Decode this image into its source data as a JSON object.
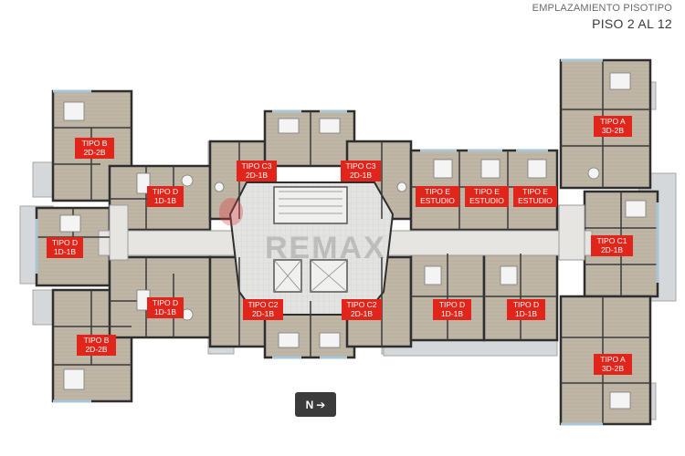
{
  "header": {
    "subtitle": "EMPLAZAMIENTO PISOTIPO",
    "title": "PISO 2 AL 12"
  },
  "units": [
    {
      "line1": "TIPO B",
      "line2": "2D-2B"
    },
    {
      "line1": "TIPO D",
      "line2": "1D-1B"
    },
    {
      "line1": "TIPO D",
      "line2": "1D-1B"
    },
    {
      "line1": "TIPO C3",
      "line2": "2D-1B"
    },
    {
      "line1": "TIPO C3",
      "line2": "2D-1B"
    },
    {
      "line1": "TIPO E",
      "line2": "ESTUDIO"
    },
    {
      "line1": "TIPO E",
      "line2": "ESTUDIO"
    },
    {
      "line1": "TIPO E",
      "line2": "ESTUDIO"
    },
    {
      "line1": "TIPO A",
      "line2": "3D-2B"
    },
    {
      "line1": "TIPO C1",
      "line2": "2D-1B"
    },
    {
      "line1": "TIPO D",
      "line2": "1D-1B"
    },
    {
      "line1": "TIPO C2",
      "line2": "2D-1B"
    },
    {
      "line1": "TIPO C2",
      "line2": "2D-1B"
    },
    {
      "line1": "TIPO D",
      "line2": "1D-1B"
    },
    {
      "line1": "TIPO D",
      "line2": "1D-1B"
    },
    {
      "line1": "TIPO B",
      "line2": "2D-2B"
    },
    {
      "line1": "TIPO A",
      "line2": "3D-2B"
    }
  ],
  "north": {
    "label": "N",
    "icon": "arrow-right-icon"
  },
  "watermark": {
    "text": "REMAX"
  },
  "colors": {
    "label_bg": "#e1251b",
    "wall": "#2e2e2e",
    "floor": "#cfc9bd",
    "corridor": "#e6e4df",
    "balcony": "#d6d9db",
    "glass": "#a9c6d6"
  }
}
